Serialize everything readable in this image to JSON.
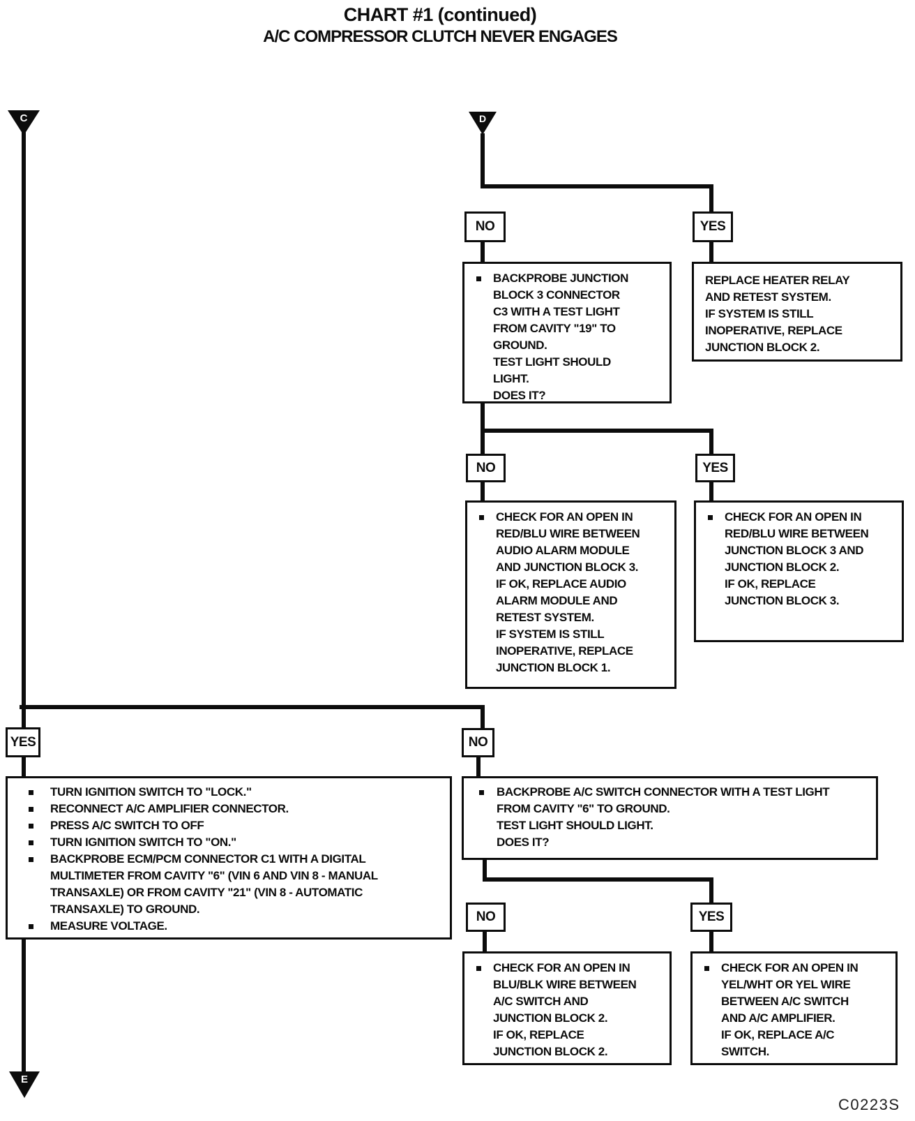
{
  "title": {
    "line1": "CHART #1 (continued)",
    "line2": "A/C COMPRESSOR CLUTCH NEVER ENGAGES"
  },
  "figure_code": "C0223S",
  "connectors": {
    "c": "C",
    "d": "D",
    "e": "E"
  },
  "decision_labels": {
    "split1_no": "NO",
    "split1_yes": "YES",
    "split2_no": "NO",
    "split2_yes": "YES",
    "split3_yes": "YES",
    "split3_no": "NO",
    "split4_no": "NO",
    "split4_yes": "YES"
  },
  "boxes": {
    "backprobe_junction_block3": {
      "text": "BACKPROBE JUNCTION\nBLOCK 3 CONNECTOR\nC3 WITH A TEST LIGHT\nFROM CAVITY \"19\" TO\nGROUND.\nTEST LIGHT SHOULD\nLIGHT.\nDOES IT?"
    },
    "replace_heater_relay": {
      "text": "REPLACE HEATER RELAY\nAND RETEST SYSTEM.\nIF SYSTEM IS STILL\nINOPERATIVE, REPLACE\nJUNCTION BLOCK 2."
    },
    "check_open_audio_alarm": {
      "text": "CHECK FOR AN OPEN IN\nRED/BLU WIRE BETWEEN\nAUDIO ALARM MODULE\nAND JUNCTION BLOCK 3.\nIF OK, REPLACE AUDIO\nALARM MODULE AND\nRETEST SYSTEM.\nIF SYSTEM IS STILL\nINOPERATIVE, REPLACE\nJUNCTION BLOCK 1."
    },
    "check_open_jb3_jb2": {
      "text": "CHECK FOR AN OPEN IN\nRED/BLU WIRE BETWEEN\nJUNCTION BLOCK 3 AND\nJUNCTION BLOCK 2.\nIF OK, REPLACE\nJUNCTION BLOCK 3."
    },
    "ignition_checklist": {
      "items": [
        "TURN IGNITION SWITCH TO \"LOCK.\"",
        "RECONNECT A/C AMPLIFIER CONNECTOR.",
        "PRESS A/C SWITCH TO OFF",
        "TURN IGNITION SWITCH TO \"ON.\"",
        "BACKPROBE ECM/PCM CONNECTOR C1 WITH A DIGITAL\nMULTIMETER FROM CAVITY \"6\" (VIN 6 AND VIN 8 - MANUAL\nTRANSAXLE) OR FROM CAVITY \"21\" (VIN 8 - AUTOMATIC\nTRANSAXLE) TO GROUND.",
        "MEASURE VOLTAGE."
      ]
    },
    "backprobe_ac_switch": {
      "text": "BACKPROBE A/C SWITCH CONNECTOR WITH A TEST LIGHT\nFROM CAVITY \"6\" TO GROUND.\nTEST LIGHT SHOULD LIGHT.\nDOES IT?"
    },
    "check_open_blu_blk": {
      "text": "CHECK FOR AN OPEN IN\nBLU/BLK WIRE BETWEEN\nA/C SWITCH AND\nJUNCTION BLOCK 2.\nIF OK, REPLACE\nJUNCTION BLOCK 2."
    },
    "check_open_yel_wht": {
      "text": "CHECK FOR AN OPEN IN\nYEL/WHT OR YEL WIRE\nBETWEEN A/C SWITCH\nAND A/C AMPLIFIER.\nIF OK, REPLACE A/C\nSWITCH."
    }
  }
}
